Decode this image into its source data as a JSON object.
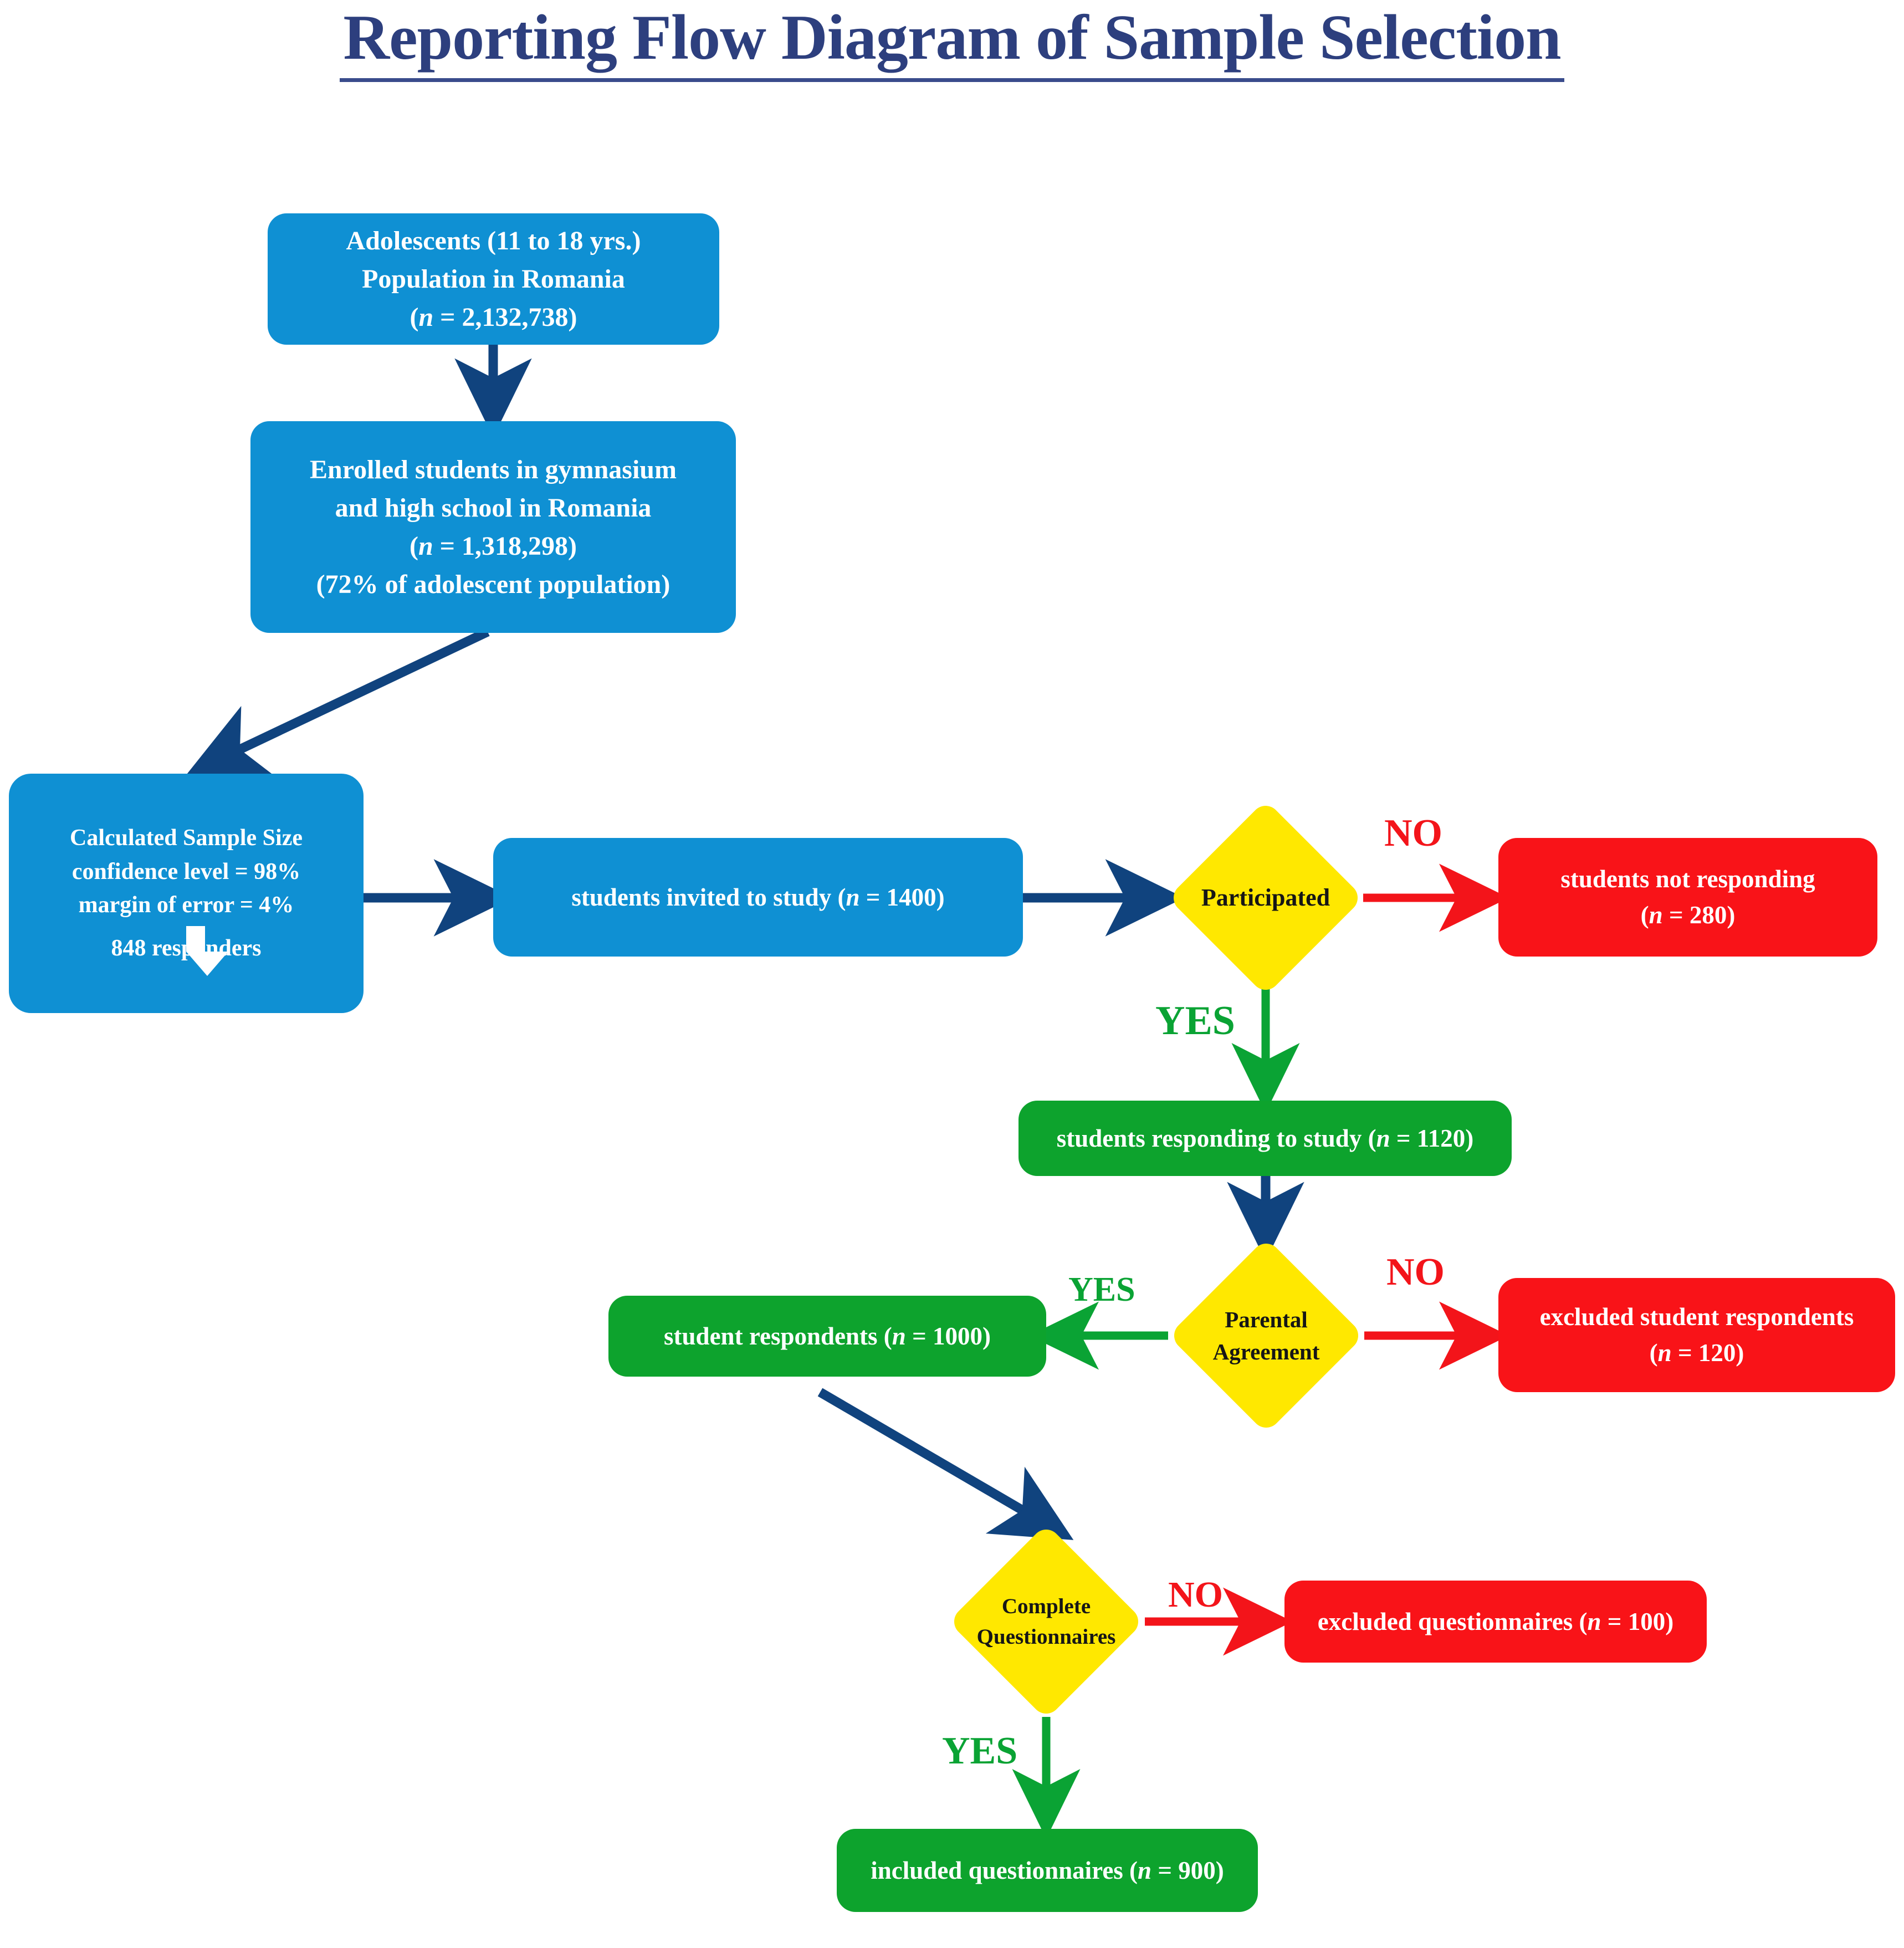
{
  "title": "Reporting Flow Diagram of Sample Selection",
  "colors": {
    "title": "#2d3f7e",
    "blue": "#0f90d3",
    "green": "#0da32d",
    "red": "#f91318",
    "yellow": "#ffe800",
    "arrow_navy": "#10437e",
    "arrow_green": "#0aa334",
    "arrow_red": "#f3141a",
    "background": "#ffffff"
  },
  "nodes": {
    "population": {
      "type": "process",
      "color": "blue",
      "lines": [
        "Adolescents (11 to 18 yrs.)",
        "Population in Romania",
        "(n = 2,132,738)"
      ],
      "n": 2132738
    },
    "enrolled": {
      "type": "process",
      "color": "blue",
      "lines": [
        "Enrolled students in gymnasium",
        "and high school in Romania",
        "(n = 1,318,298)",
        "(72% of adolescent population)"
      ],
      "n": 1318298,
      "percent_of_population": "72%"
    },
    "sample_size": {
      "type": "process",
      "color": "blue",
      "lines": [
        "Calculated Sample Size",
        "confidence level = 98%",
        "margin of error = 4%"
      ],
      "confidence_level": "98%",
      "margin_of_error": "4%",
      "result": "848 responders",
      "arrow_glyph": "down-arrow-icon"
    },
    "invited": {
      "type": "process",
      "color": "blue",
      "lines": [
        "students invited to study (n = 1400)"
      ],
      "n": 1400
    },
    "participated": {
      "type": "decision",
      "color": "yellow",
      "lines": [
        "Participated"
      ]
    },
    "not_responding": {
      "type": "terminal",
      "color": "red",
      "lines": [
        "students not responding",
        "(n = 280)"
      ],
      "n": 280
    },
    "responding": {
      "type": "process",
      "color": "green",
      "lines": [
        "students responding to study (n = 1120)"
      ],
      "n": 1120
    },
    "parental_agreement": {
      "type": "decision",
      "color": "yellow",
      "lines": [
        "Parental",
        "Agreement"
      ]
    },
    "student_respondents": {
      "type": "process",
      "color": "green",
      "lines": [
        "student respondents (n = 1000)"
      ],
      "n": 1000
    },
    "excluded_respondents": {
      "type": "terminal",
      "color": "red",
      "lines": [
        "excluded student respondents",
        "(n = 120)"
      ],
      "n": 120
    },
    "complete_questionnaires": {
      "type": "decision",
      "color": "yellow",
      "lines": [
        "Complete",
        "Questionnaires"
      ]
    },
    "excluded_questionnaires": {
      "type": "terminal",
      "color": "red",
      "lines": [
        "excluded questionnaires (n = 100)"
      ],
      "n": 100
    },
    "included_questionnaires": {
      "type": "terminal",
      "color": "green",
      "lines": [
        "included questionnaires (n = 900)"
      ],
      "n": 900
    }
  },
  "edge_labels": {
    "participated_no": "NO",
    "participated_yes": "YES",
    "parental_no": "NO",
    "parental_yes": "YES",
    "complete_no": "NO",
    "complete_yes": "YES"
  }
}
